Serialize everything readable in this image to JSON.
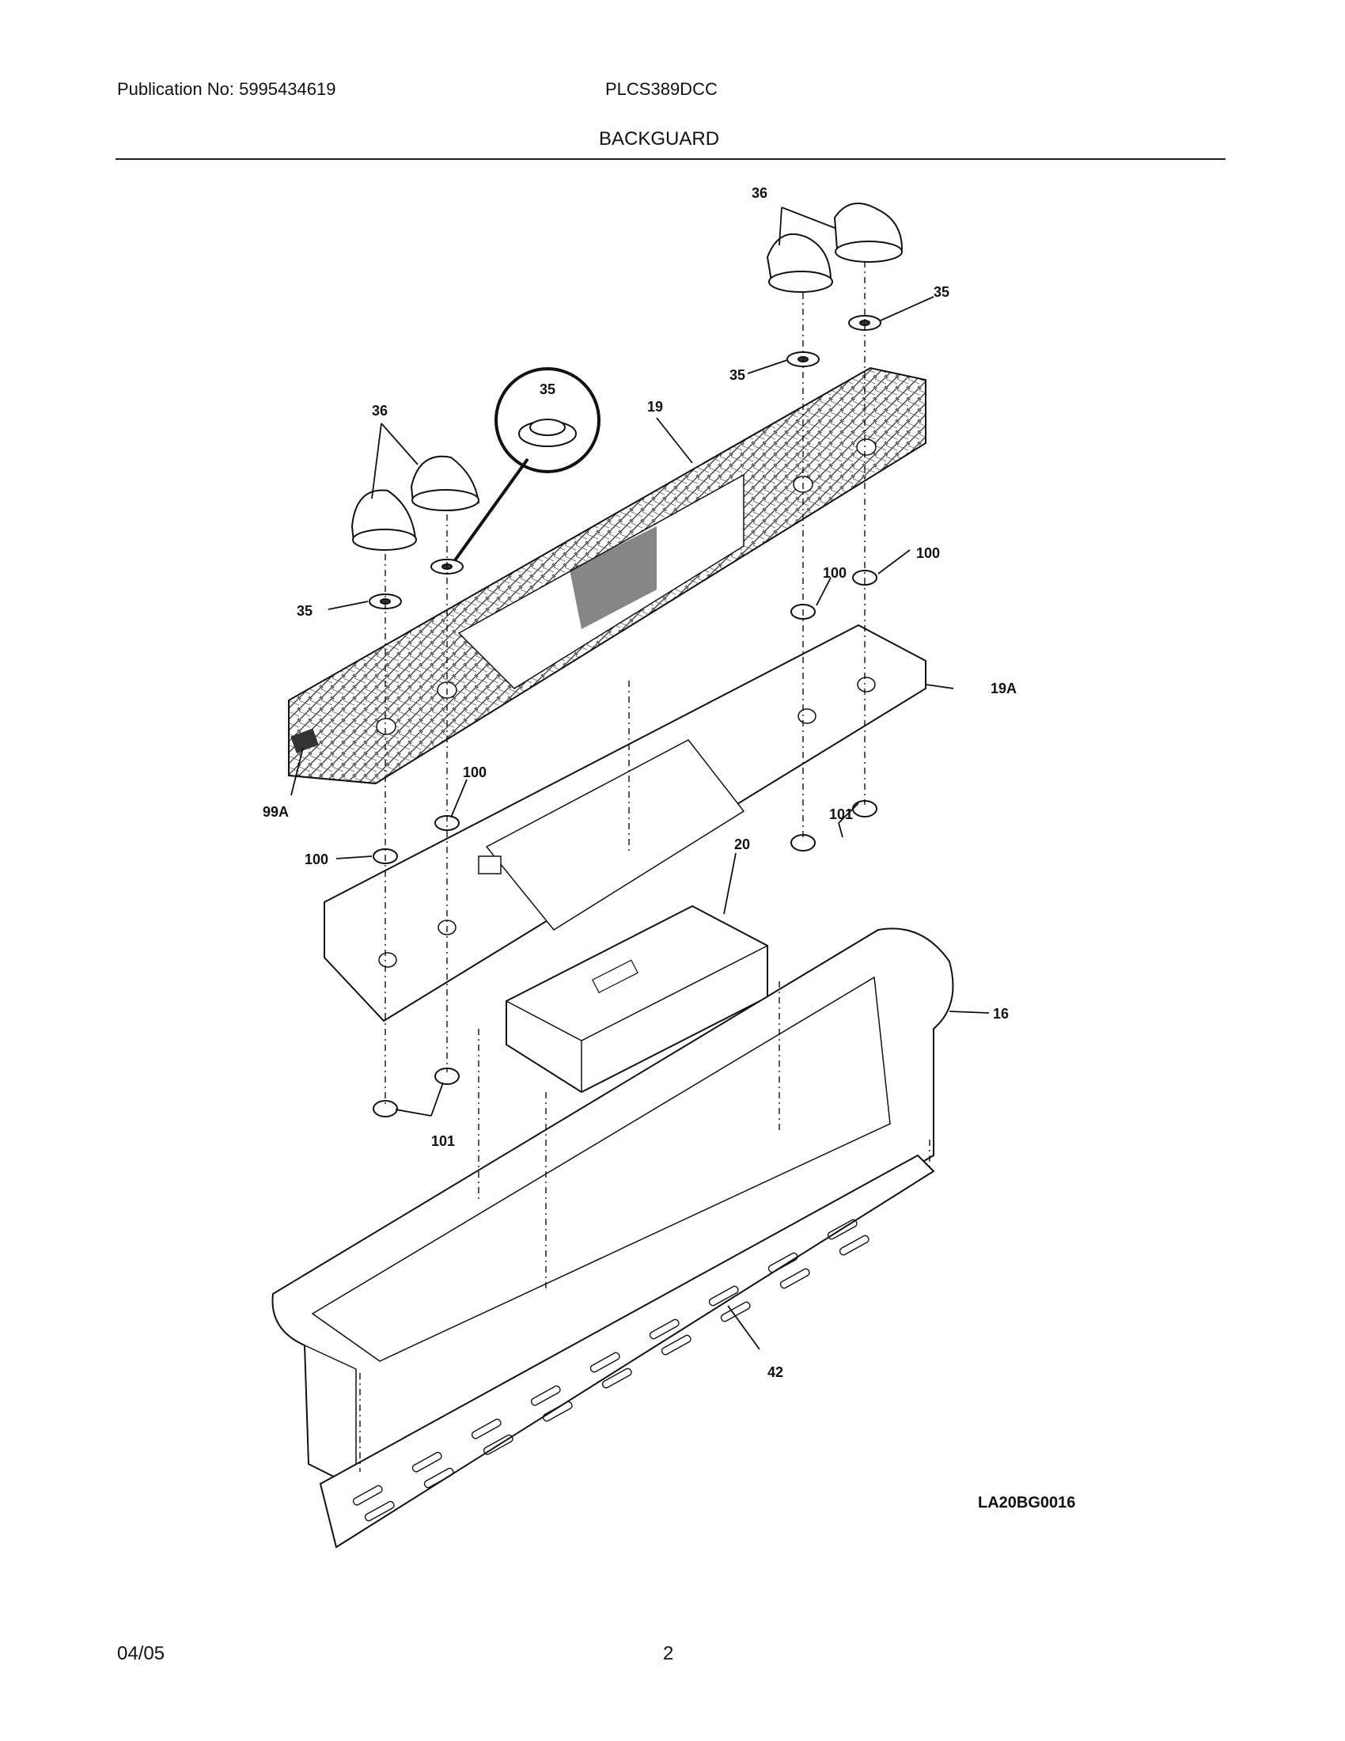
{
  "header": {
    "publication": "Publication No: 5995434619",
    "model": "PLCS389DCC",
    "section_title": "BACKGUARD"
  },
  "diagram": {
    "reference_code": "LA20BG0016",
    "callouts": {
      "knob_left": "36",
      "knob_right": "36",
      "inset_washer": "35",
      "washer_left": "35",
      "washer_top_mid": "35",
      "washer_top_right": "35",
      "panel": "19",
      "bracket": "19A",
      "clip": "99A",
      "nut_upper_left": "100",
      "nut_left": "100",
      "nut_upper_right_a": "100",
      "nut_upper_right_b": "100",
      "nut_right": "101",
      "nut_lower_left": "101",
      "control_board": "20",
      "backguard_body": "16",
      "vent_trim": "42"
    }
  },
  "footer": {
    "date": "04/05",
    "page": "2"
  }
}
